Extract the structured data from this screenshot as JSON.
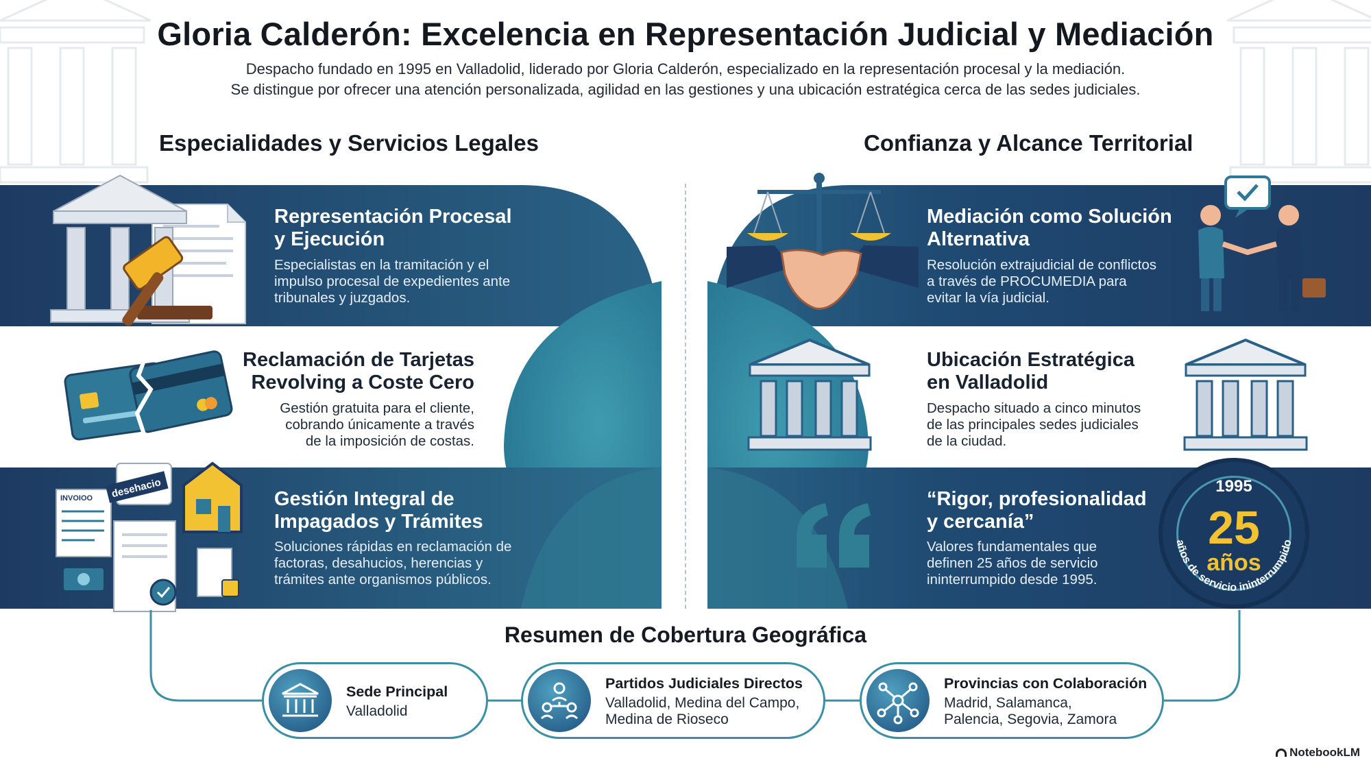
{
  "header": {
    "title": "Gloria Calderón: Excelencia en Representación Judicial y Mediación",
    "subtitle_line1": "Despacho fundado en 1995 en Valladolid, liderado por Gloria Calderón, especializado en la representación procesal y la mediación.",
    "subtitle_line2": "Se distingue por ofrecer una atención personalizada, agilidad en las gestiones y una ubicación estratégica cerca de las sedes judiciales."
  },
  "left": {
    "heading": "Especialidades y Servicios Legales",
    "cards": [
      {
        "title_line1": "Representación Procesal",
        "title_line2": "y Ejecución",
        "text_line1": "Especialistas en la tramitación y el",
        "text_line2": "impulso procesal de expedientes ante",
        "text_line3": "tribunales y juzgados."
      },
      {
        "title_line1": "Reclamación de Tarjetas",
        "title_line2": "Revolving a Coste Cero",
        "text_line1": "Gestión gratuita para el cliente,",
        "text_line2": "cobrando únicamente a través",
        "text_line3": "de la imposición de costas."
      },
      {
        "title_line1": "Gestión Integral de",
        "title_line2": "Impagados y Trámites",
        "text_line1": "Soluciones rápidas en reclamación de",
        "text_line2": "factoras, desahucios, herencias y",
        "text_line3": "trámites ante organismos públicos."
      }
    ],
    "illustration_labels": {
      "invoice": "INVOIOO",
      "eviction_stamp": "desehacio"
    }
  },
  "right": {
    "heading": "Confianza y Alcance Territorial",
    "cards": [
      {
        "title_line1": "Mediación como Solución",
        "title_line2": "Alternativa",
        "text_line1": "Resolución extrajudicial de conflictos",
        "text_line2": "a través de PROCUMEDIA para",
        "text_line3": "evitar la vía judicial."
      },
      {
        "title_line1": "Ubicación Estratégica",
        "title_line2": "en Valladolid",
        "text_line1": "Despacho situado a cinco minutos",
        "text_line2": "de las principales sedes judiciales",
        "text_line3": "de la ciudad."
      },
      {
        "title_line1": "“Rigor, profesionalidad",
        "title_line2": "y cercanía”",
        "text_line1": "Valores fundamentales que",
        "text_line2": "definen 25 años de servicio",
        "text_line3": "ininterrumpido desde 1995."
      }
    ],
    "badge": {
      "year": "1995",
      "number": "25",
      "unit": "años",
      "arc_text": "años de servicio ininterrumpido"
    }
  },
  "coverage": {
    "heading": "Resumen de Cobertura Geográfica",
    "items": [
      {
        "title": "Sede Principal",
        "line1": "Valladolid",
        "line2": "",
        "icon": "courthouse-icon"
      },
      {
        "title": "Partidos Judiciales Directos",
        "line1": "Valladolid, Medina del Campo,",
        "line2": "Medina de Rioseco",
        "icon": "people-network-icon"
      },
      {
        "title": "Provincias con Colaboración",
        "line1": "Madrid, Salamanca,",
        "line2": "Palencia, Segovia, Zamora",
        "icon": "network-nodes-icon"
      }
    ]
  },
  "brand": {
    "label": "NotebookLM"
  },
  "colors": {
    "navy": "#1f3f66",
    "teal": "#2f7e93",
    "gold": "#f2c233",
    "line": "#3a8fa4"
  }
}
